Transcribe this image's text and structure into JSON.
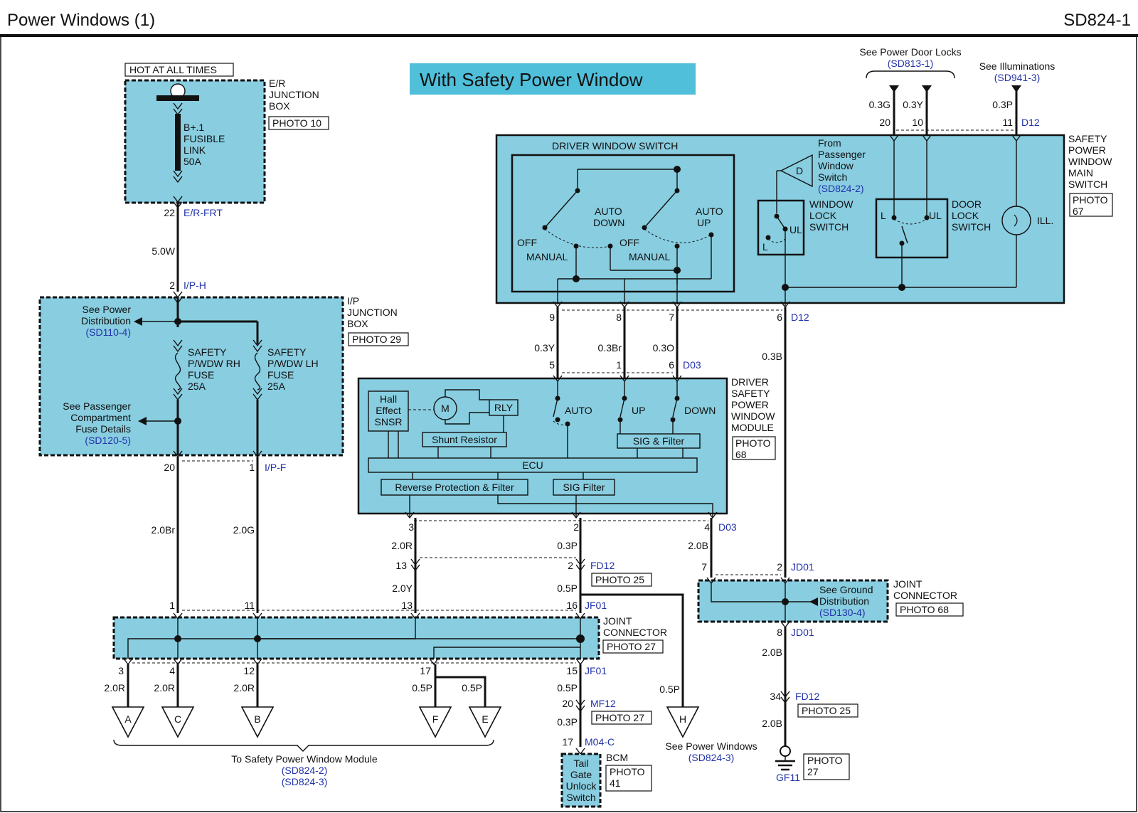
{
  "header": {
    "title": "Power Windows (1)",
    "code": "SD824-1"
  },
  "banner": "With Safety Power Window",
  "er_box": {
    "hot": "HOT AT ALL TIMES",
    "name": [
      "E/R",
      "JUNCTION",
      "BOX"
    ],
    "photo": "PHOTO 10",
    "fuse": [
      "B+.1",
      "FUSIBLE",
      "LINK",
      "50A"
    ],
    "pin": "22",
    "conn": "E/R-FRT"
  },
  "ip_box": {
    "name": [
      "I/P",
      "JUNCTION",
      "BOX"
    ],
    "photo": "PHOTO 29",
    "pin_top": "2",
    "conn_top": "I/P-H",
    "wire_top": "5.0W",
    "power_dist": [
      "See Power",
      "Distribution"
    ],
    "power_dist_ref": "(SD110-4)",
    "pass_fuse": [
      "See Passenger",
      "Compartment",
      "Fuse Details"
    ],
    "pass_fuse_ref": "(SD120-5)",
    "fuse_rh": [
      "SAFETY",
      "P/WDW RH",
      "FUSE",
      "25A"
    ],
    "fuse_lh": [
      "SAFETY",
      "P/WDW LH",
      "FUSE",
      "25A"
    ],
    "pin_20": "20",
    "pin_1": "1",
    "conn_bot": "I/P-F"
  },
  "driver_switch": {
    "title": "DRIVER WINDOW SWITCH",
    "name": [
      "SAFETY",
      "POWER",
      "WINDOW",
      "MAIN",
      "SWITCH"
    ],
    "photo": [
      "PHOTO",
      "67"
    ],
    "auto_down": [
      "AUTO",
      "DOWN"
    ],
    "auto_up": [
      "AUTO",
      "UP"
    ],
    "off": "OFF",
    "manual": "MANUAL",
    "from_pass": [
      "From",
      "Passenger",
      "Window",
      "Switch"
    ],
    "from_pass_ref": "(SD824-2)",
    "d": "D",
    "window_lock": [
      "WINDOW",
      "LOCK",
      "SWITCH"
    ],
    "door_lock": [
      "DOOR",
      "LOCK",
      "SWITCH"
    ],
    "l": "L",
    "ul": "UL",
    "ill": "ILL.",
    "pins_top": [
      "20",
      "10",
      "11"
    ],
    "conn_top": "D12",
    "wires_top": [
      "0.3G",
      "0.3Y",
      "0.3P"
    ],
    "see_door_locks": "See Power Door Locks",
    "door_locks_ref": "(SD813-1)",
    "see_illum": "See Illuminations",
    "illum_ref": "(SD941-3)",
    "pins_bot": [
      "9",
      "8",
      "7",
      "6"
    ],
    "conn_bot": "D12"
  },
  "module": {
    "name": [
      "DRIVER",
      "SAFETY",
      "POWER",
      "WINDOW",
      "MODULE"
    ],
    "photo": [
      "PHOTO",
      "68"
    ],
    "hall": [
      "Hall",
      "Effect",
      "SNSR"
    ],
    "m": "M",
    "rly": "RLY",
    "shunt": "Shunt Resistor",
    "auto": "AUTO",
    "up": "UP",
    "down": "DOWN",
    "sig_filter": "SIG & Filter",
    "ecu": "ECU",
    "rev": "Reverse Protection & Filter",
    "sig": "SIG Filter",
    "pins_top": [
      "5",
      "1",
      "6"
    ],
    "conn_top": "D03",
    "wires_mid": [
      "0.3Y",
      "0.3Br",
      "0.3O"
    ],
    "pins_bot": [
      "3",
      "2",
      "4"
    ],
    "conn_bot": "D03"
  },
  "wires": {
    "w_2_0br": "2.0Br",
    "w_2_0g": "2.0G",
    "w_2_0r": "2.0R",
    "w_2_0y": "2.0Y",
    "w_0_3p": "0.3P",
    "w_0_5p": "0.5P",
    "w_2_0b": "2.0B",
    "w_0_3b": "0.3B"
  },
  "fd12": {
    "pin13": "13",
    "pin2": "2",
    "conn": "FD12",
    "photo": "PHOTO 25"
  },
  "jc_left": {
    "name": [
      "JOINT",
      "CONNECTOR"
    ],
    "photo": "PHOTO 27",
    "pins_top": [
      "1",
      "11",
      "13",
      "16"
    ],
    "conn_top": "JF01",
    "pins_bot": [
      "3",
      "4",
      "12",
      "17",
      "15"
    ],
    "conn_bot": "JF01"
  },
  "jc_right": {
    "name": [
      "JOINT",
      "CONNECTOR"
    ],
    "photo": "PHOTO 68",
    "pin7": "7",
    "pin2": "2",
    "conn_top": "JD01",
    "ground": [
      "See Ground",
      "Distribution"
    ],
    "ground_ref": "(SD130-4)",
    "pin8": "8",
    "conn_bot": "JD01"
  },
  "terminals": [
    "A",
    "C",
    "B",
    "F",
    "E",
    "H"
  ],
  "to_module": "To Safety Power Window Module",
  "to_module_refs": [
    "(SD824-2)",
    "(SD824-3)"
  ],
  "mf12": {
    "pin": "20",
    "conn": "MF12",
    "photo": "PHOTO 27"
  },
  "bcm": {
    "pin": "17",
    "conn": "M04-C",
    "name": "BCM",
    "photo": [
      "PHOTO",
      "41"
    ],
    "switch": [
      "Tail",
      "Gate",
      "Unlock",
      "Switch"
    ]
  },
  "see_pw": "See Power Windows",
  "see_pw_ref": "(SD824-3)",
  "fd12_b": {
    "pin": "34",
    "conn": "FD12",
    "photo": "PHOTO 25"
  },
  "ground": {
    "name": "GF11",
    "photo": [
      "PHOTO",
      "27"
    ]
  }
}
